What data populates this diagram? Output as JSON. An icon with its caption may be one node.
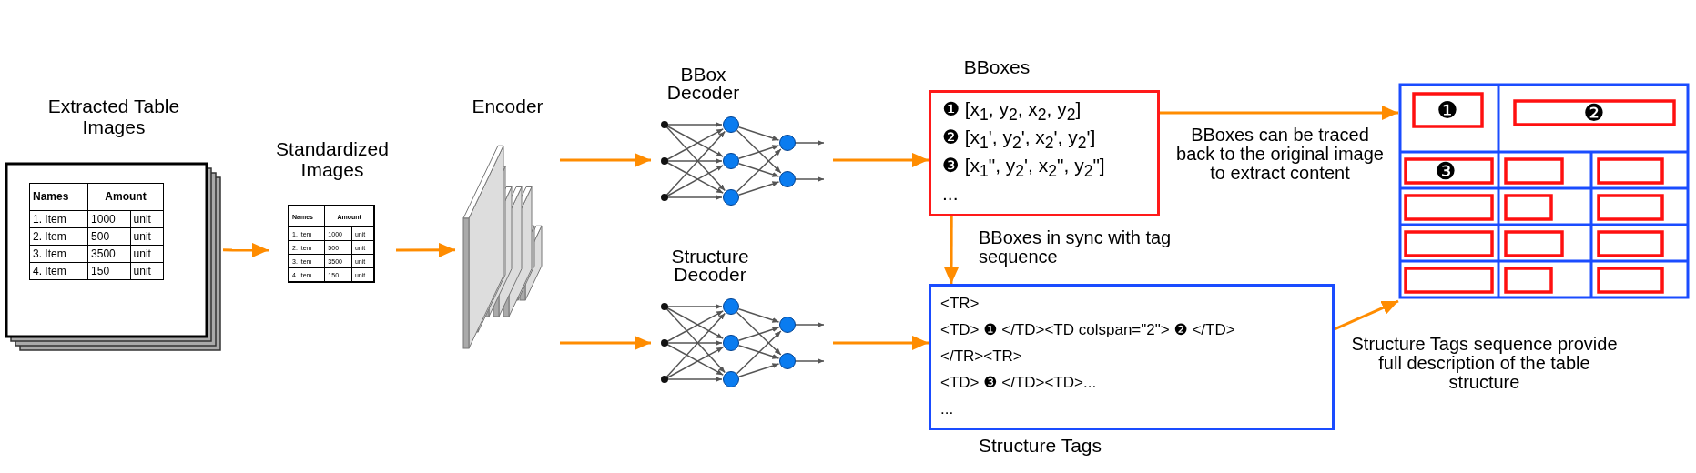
{
  "diagram": {
    "nodes": [
      {
        "text": [
          "Extracted Table Images"
        ]
      },
      {
        "text": [
          "Standardized Images"
        ]
      },
      {
        "text": [
          "Encoder"
        ]
      },
      {
        "text": [
          "BBox Decoder"
        ]
      },
      {
        "text": [
          "Structure Decoder"
        ]
      },
      {
        "text": [
          "BBoxes",
          "❶ [x$_{1}$, y$_{2}$, x$_{2}$, y$_{2}$]",
          "❷ [x$_{1}$', y$_{2}$', x$_{2}$', y$_{2}$']",
          "❸ [x$_{1}$\", y$_{2}$', x$_{2}$\", y$_{2}$\"]",
          "..."
        ]
      },
      {
        "text": [
          "<TR>",
          "<TD> ❶ </TD><TD colspan=\"2\"> ❷ </TD>",
          "</TR><TR>",
          "<TD> ❸ </TD><TD>...",
          "...",
          "Structure Tags"
        ]
      },
      {
        "text": [
          "❶",
          "❷",
          "❸"
        ]
      }
    ],
    "edges": [
      {
        "from": 0,
        "to": 1,
        "arrow": "to"
      },
      {
        "from": 1,
        "to": 2,
        "arrow": "to"
      },
      {
        "from": 2,
        "to": 3,
        "arrow": "to"
      },
      {
        "from": 2,
        "to": 4,
        "arrow": "to"
      },
      {
        "from": 3,
        "to": 5,
        "arrow": "to"
      },
      {
        "from": 4,
        "to": 6,
        "arrow": "to"
      },
      {
        "from": 5,
        "to": 6,
        "arrow": "to",
        "label": "BBoxes in sync with tag sequence"
      },
      {
        "from": 5,
        "to": 7,
        "arrow": "to",
        "label": "BBoxes can be traced back to the original image to extract content"
      },
      {
        "from": 6,
        "to": 7,
        "arrow": "to",
        "label": "Structure Tags sequence provide full description of the table structure"
      }
    ],
    "labels": [
      "Names",
      "Amount",
      "1. Item",
      "1000",
      "unit",
      "2. Item",
      "500",
      "unit",
      "3. Item",
      "3500",
      "unit",
      "4. Item",
      "150",
      "unit",
      "Names",
      "Amount",
      "1. Item",
      "1000",
      "unit",
      "2. Item",
      "500",
      "unit",
      "3. Item",
      "3500",
      "unit",
      "4. Item",
      "150",
      "unit"
    ]
  }
}
